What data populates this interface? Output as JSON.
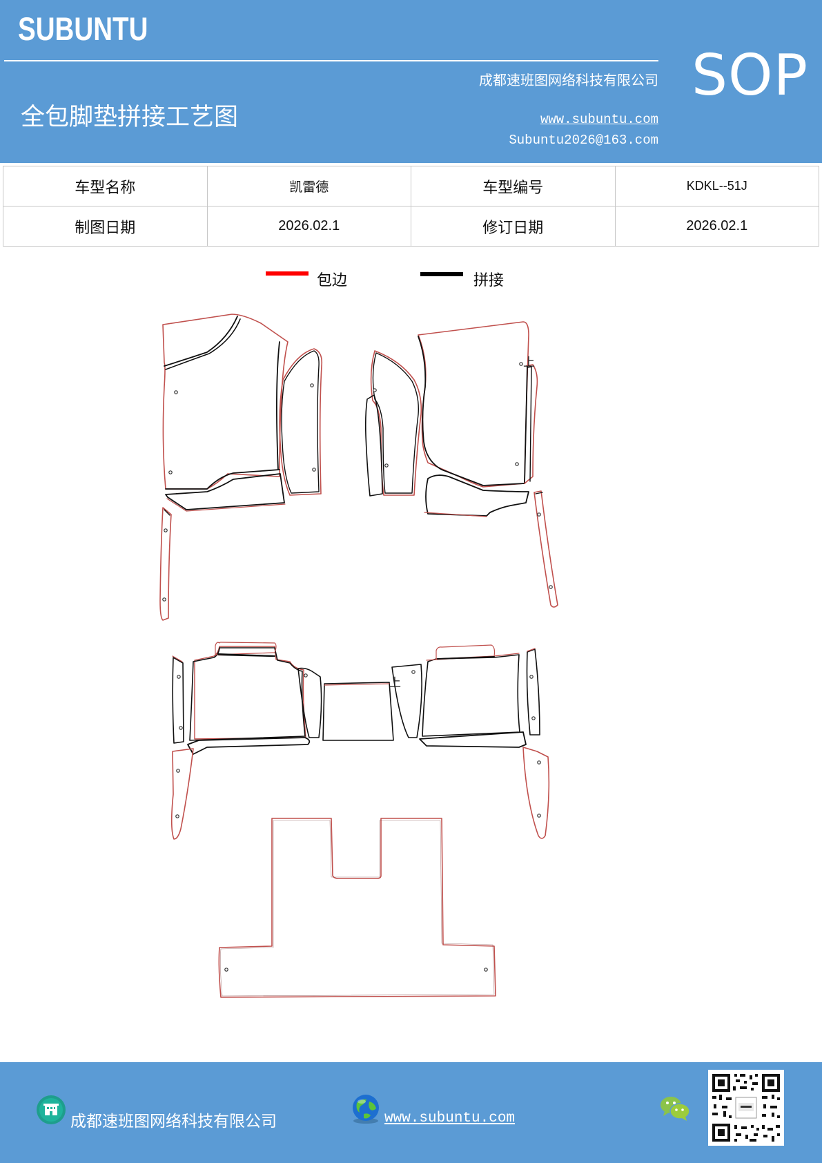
{
  "header": {
    "brand": "SUBUNTU",
    "company": "成都速班图网络科技有限公司",
    "title": "全包脚垫拼接工艺图",
    "website": "www.subuntu.com",
    "email": "Subuntu2026@163.com",
    "badge": "SOP",
    "background_color": "#5b9bd5"
  },
  "info_table": {
    "model_name_label": "车型名称",
    "model_name_value": "凯雷德",
    "model_code_label": "车型编号",
    "model_code_value": "KDKL--51J",
    "draw_date_label": "制图日期",
    "draw_date_value": "2026.02.1",
    "revise_date_label": "修订日期",
    "revise_date_value": "2026.02.1"
  },
  "legend": {
    "edge_label": "包边",
    "edge_color": "#ff0000",
    "seam_label": "拼接",
    "seam_color": "#000000"
  },
  "drawing": {
    "marker_text": "上"
  },
  "footer": {
    "company": "成都速班图网络科技有限公司",
    "website": "www.subuntu.com ",
    "icons": [
      "building-icon",
      "globe-icon",
      "wechat-icon",
      "qr-code"
    ]
  }
}
